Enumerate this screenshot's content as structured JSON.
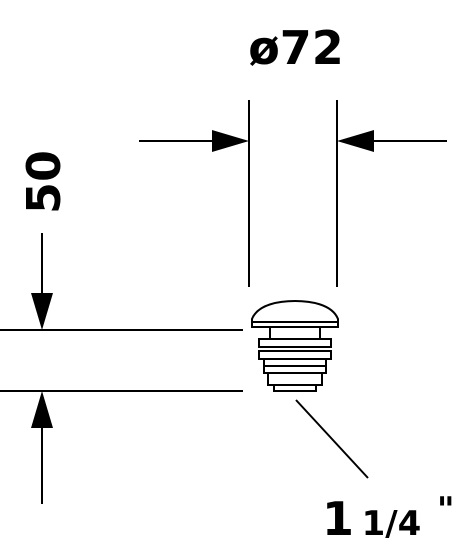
{
  "dimensions": {
    "diameter_label": "ø72",
    "height_label": "50",
    "thread_whole": "1",
    "thread_fraction": "1/4",
    "thread_unit": "\""
  },
  "colors": {
    "line": "#000000",
    "background": "#ffffff"
  }
}
